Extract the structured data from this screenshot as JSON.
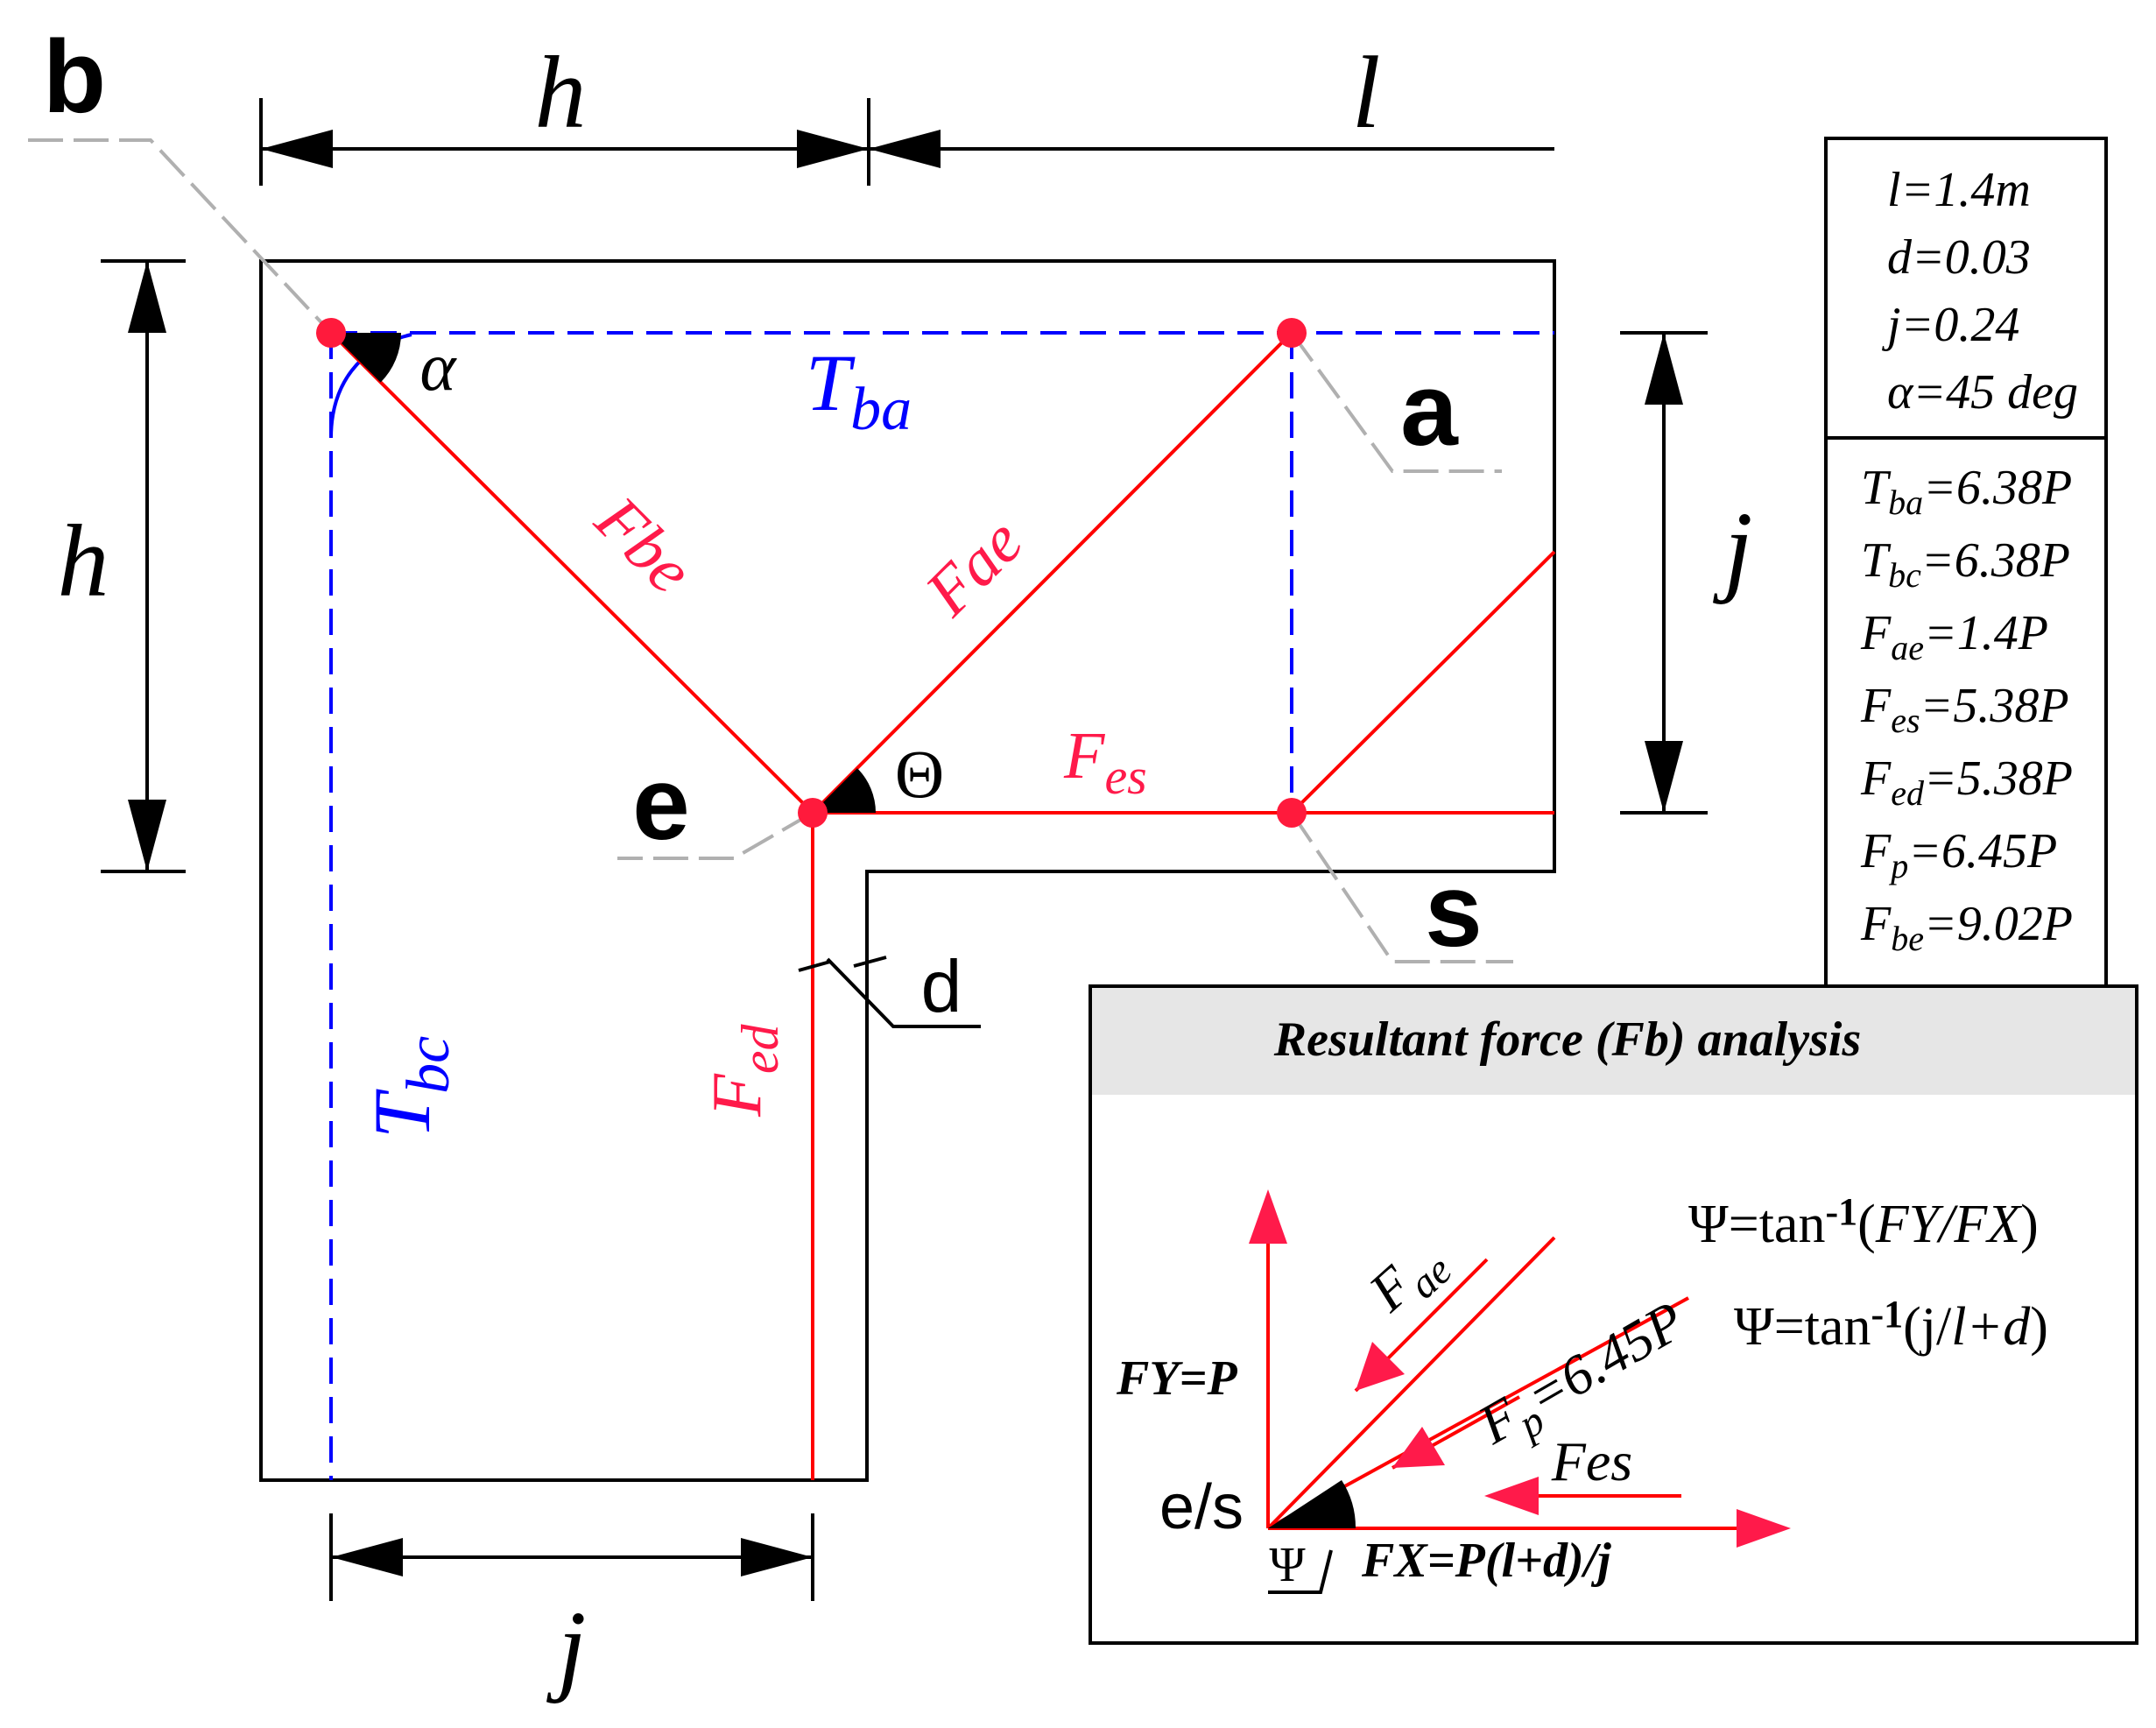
{
  "colors": {
    "outline": "#000000",
    "strut": "#ff0000",
    "strut_text": "#ff1a4a",
    "tie": "#0000ff",
    "node": "#ff1a3c",
    "leader": "#b0b0b0",
    "panel_header": "#e6e6e6"
  },
  "dimensions": {
    "top_h": "h",
    "top_l": "l",
    "left_h": "h",
    "right_j": "j",
    "bottom_j": "j",
    "d": "d"
  },
  "nodes": {
    "b": "b",
    "a": "a",
    "e": "e",
    "s": "s"
  },
  "angles": {
    "alpha": "α",
    "theta": "Θ"
  },
  "members": {
    "tba": {
      "main": "T",
      "sub": "ba"
    },
    "tbc": {
      "main": "T",
      "sub": "bc"
    },
    "fbe": "Fbe",
    "fae": "Fae",
    "fes": {
      "main": "F",
      "sub": "es"
    },
    "fed": {
      "main": "F",
      "sub": "ed"
    }
  },
  "parameters": [
    "l=1.4m",
    "d=0.03",
    "j=0.24",
    "α=45 deg"
  ],
  "results": [
    {
      "main": "T",
      "sub": "ba",
      "rest": "=6.38P"
    },
    {
      "main": "T",
      "sub": "bc",
      "rest": "=6.38P"
    },
    {
      "main": "F",
      "sub": "ae",
      "rest": "=1.4P"
    },
    {
      "main": "F",
      "sub": "es",
      "rest": "=5.38P"
    },
    {
      "main": "F",
      "sub": "ed",
      "rest": "=5.38P"
    },
    {
      "main": "F",
      "sub": "p",
      "rest": "=6.45P"
    },
    {
      "main": "F",
      "sub": "be",
      "rest": "=9.02P"
    }
  ],
  "panel": {
    "title": "Resultant force (Fb) analysis",
    "fae": {
      "main": "F",
      "sub": "ae"
    },
    "fp": {
      "main": "F",
      "sub": "p",
      "rest": "=6.45P"
    },
    "fes": "Fes",
    "fy": "FY=P",
    "fx": "FX=P(l+d)/j",
    "origin": "e/s",
    "psi": "Ψ",
    "eq1": {
      "a": "Ψ=tan",
      "sup": "-1",
      "b": "(",
      "c": "FY/FX",
      "d": ")"
    },
    "eq2": {
      "a": "Ψ=tan",
      "sup": "-1",
      "b": "(j/",
      "c": "l+d",
      "d": ")"
    }
  }
}
